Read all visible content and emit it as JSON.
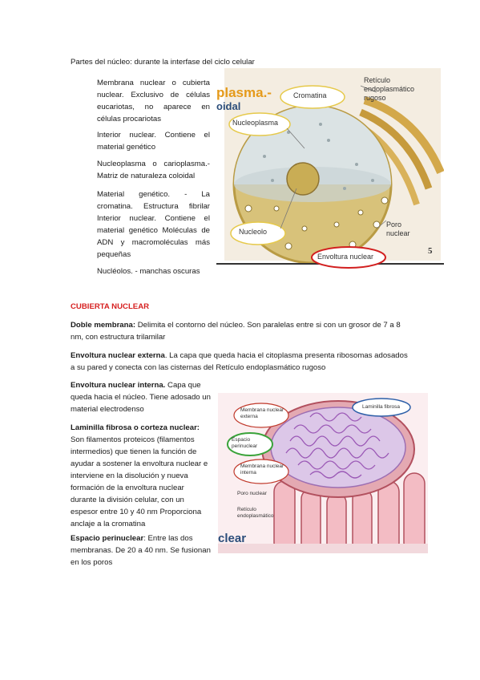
{
  "intro_title": "Partes del núcleo: durante la interfase del ciclo celular",
  "parts": [
    "Membrana nuclear o cubierta nuclear. Exclusivo de células eucariotas, no aparece en células procariotas",
    "Interior nuclear. Contiene el material genético",
    "Nucleoplasma o carioplasma.- Matriz de naturaleza coloidal",
    "Material genético. - La cromatina. Estructura fibrilar Interior nuclear. Contiene el material genético Moléculas de ADN y macromoléculas más pequeñas",
    "Nucléolos. - manchas oscuras"
  ],
  "figure1": {
    "header_fragment": "plasma.-",
    "header_fragment2": "oidal",
    "labels": {
      "cromatina": "Cromatina",
      "reticulo": "Retículo endoplasmático rugoso",
      "nucleoplasma": "Nucleoplasma",
      "nucleolo": "Nucleolo",
      "poro": "Poro nuclear",
      "envoltura": "Envoltura nuclear"
    },
    "page_number": "5"
  },
  "section_heading": "CUBIERTA NUCLEAR",
  "paragraphs": {
    "doble_term": "Doble membrana:",
    "doble_text": " Delimita el contorno del núcleo. Son paralelas entre si con un grosor de 7 a 8 nm, con estructura trilamilar",
    "externa_term": "Envoltura nuclear externa",
    "externa_text": ". La capa que queda hacia el citoplasma presenta ribosomas adosados a su pared y conecta con las cisternas del Retículo endoplasmático rugoso",
    "interna_term": "Envoltura nuclear interna.",
    "interna_text": " Capa que queda hacia el núcleo. Tiene adosado un material electrodenso",
    "laminilla_term": "Laminilla fibrosa o corteza nuclear:",
    "laminilla_text": " Son filamentos proteicos (filamentos intermedios) que tienen la función de ayudar a sostener la envoltura nuclear e interviene en la disolución y nueva formación de la envoltura nuclear durante la división celular, con un espesor entre 10 y 40 nm Proporciona anclaje a la cromatina",
    "espacio_term": "Espacio perinuclear",
    "espacio_text": ": Entre las dos membranas. De 20 a 40 nm. Se fusionan en los poros"
  },
  "figure2": {
    "labels": {
      "laminilla": "Laminilla fibrosa",
      "externa": "Membrana nuclear externa",
      "espacio": "Espacio perinuclear",
      "interna": "Membrana nuclear interna",
      "poro": "Poro nuclear",
      "reticulo": "Retículo endoplasmático"
    },
    "footer_fragment": "clear"
  }
}
